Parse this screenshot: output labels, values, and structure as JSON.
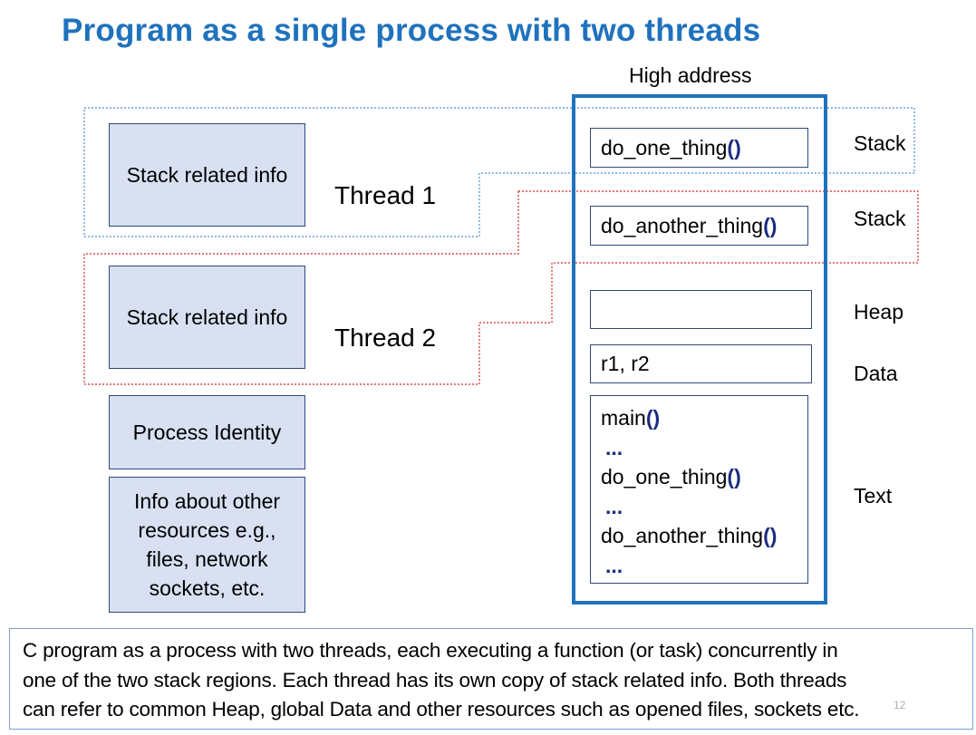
{
  "title": "Program as a single process with two threads",
  "memory": {
    "high_address_label": "High address",
    "stack1_function": "do_one_thing",
    "stack2_function": "do_another_thing",
    "heap_content": "",
    "data_content": "r1, r2",
    "text_lines": [
      "main",
      "...",
      "do_one_thing",
      "...",
      "do_another_thing",
      "..."
    ],
    "paren_symbol": "()",
    "segments": {
      "stack1": "Stack",
      "stack2": "Stack",
      "heap": "Heap",
      "data": "Data",
      "text": "Text"
    }
  },
  "threads": {
    "thread1_label": "Thread 1",
    "thread2_label": "Thread 2",
    "thread1_info": "Stack related info",
    "thread2_info": "Stack related info"
  },
  "process": {
    "identity": "Process Identity",
    "other_resources": "Info about other resources e.g., files, network sockets, etc."
  },
  "caption": "C program as a process with two threads, each executing a function (or task) concurrently in\none of the two stack regions. Each thread has its own copy of stack related info. Both threads\ncan refer to common Heap, global Data and other resources such as opened files, sockets etc.",
  "page_number": "12",
  "colors": {
    "title": "#1f72bd",
    "memory_outline": "#1f72bd",
    "thread1_outline": "#4a8fd0",
    "thread2_outline": "#d62828",
    "info_box_fill": "#d8e0f2"
  }
}
